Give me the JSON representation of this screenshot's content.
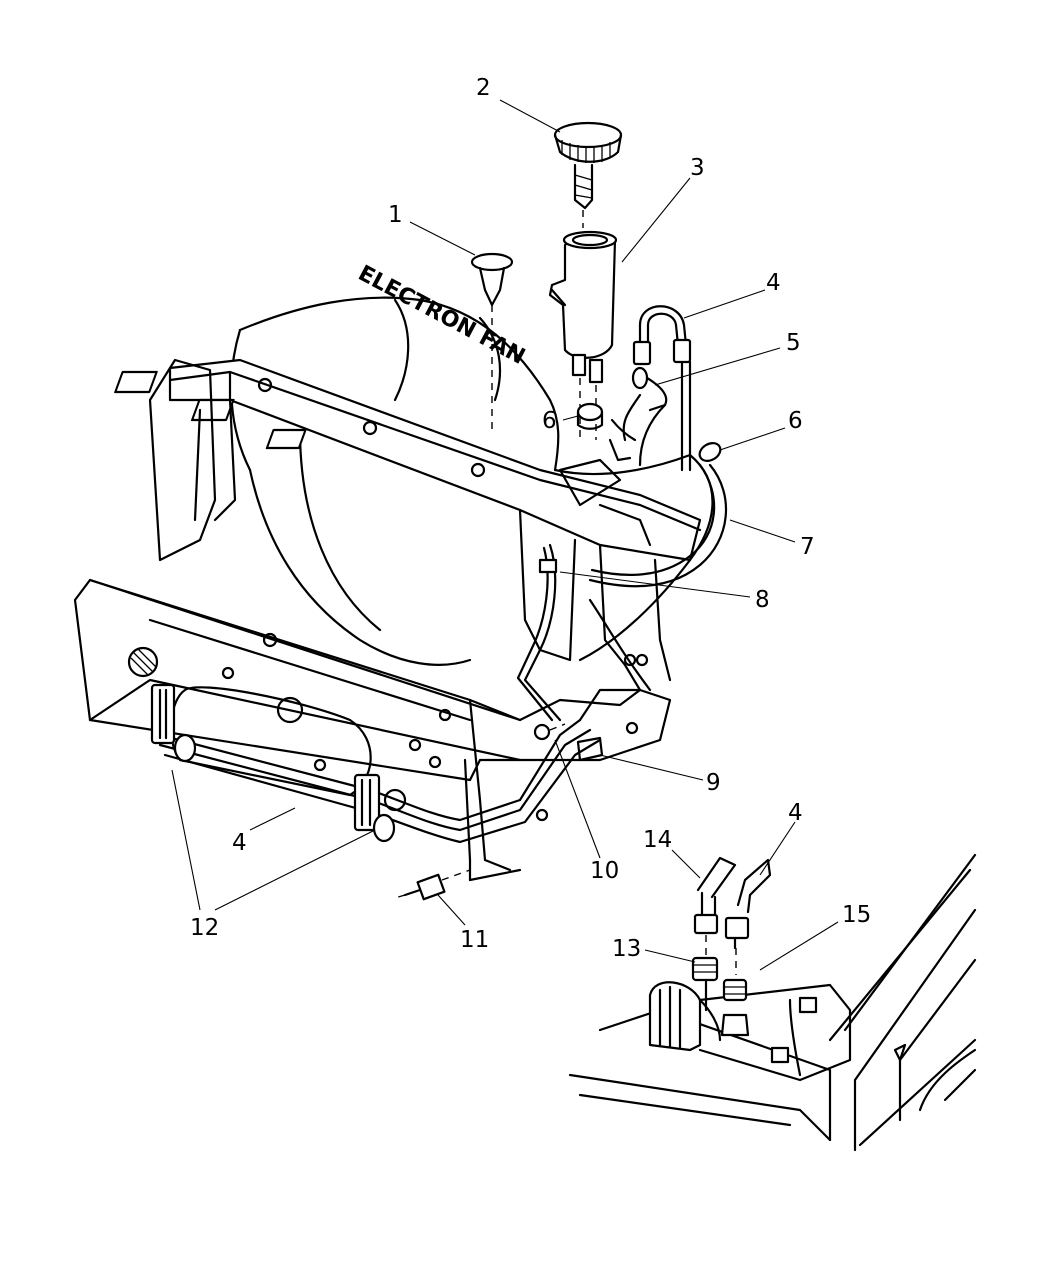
{
  "fan_shroud_text": "ELECTRON FAN",
  "callouts": [
    {
      "id": "c2",
      "label": "2"
    },
    {
      "id": "c3",
      "label": "3"
    },
    {
      "id": "c1",
      "label": "1"
    },
    {
      "id": "c4a",
      "label": "4"
    },
    {
      "id": "c5",
      "label": "5"
    },
    {
      "id": "c6a",
      "label": "6"
    },
    {
      "id": "c6b",
      "label": "6"
    },
    {
      "id": "c7",
      "label": "7"
    },
    {
      "id": "c8",
      "label": "8"
    },
    {
      "id": "c9",
      "label": "9"
    },
    {
      "id": "c4b",
      "label": "4"
    },
    {
      "id": "c10",
      "label": "10"
    },
    {
      "id": "c14",
      "label": "14"
    },
    {
      "id": "c4c",
      "label": "4"
    },
    {
      "id": "c15",
      "label": "15"
    },
    {
      "id": "c12",
      "label": "12"
    },
    {
      "id": "c11",
      "label": "11"
    },
    {
      "id": "c13",
      "label": "13"
    }
  ]
}
